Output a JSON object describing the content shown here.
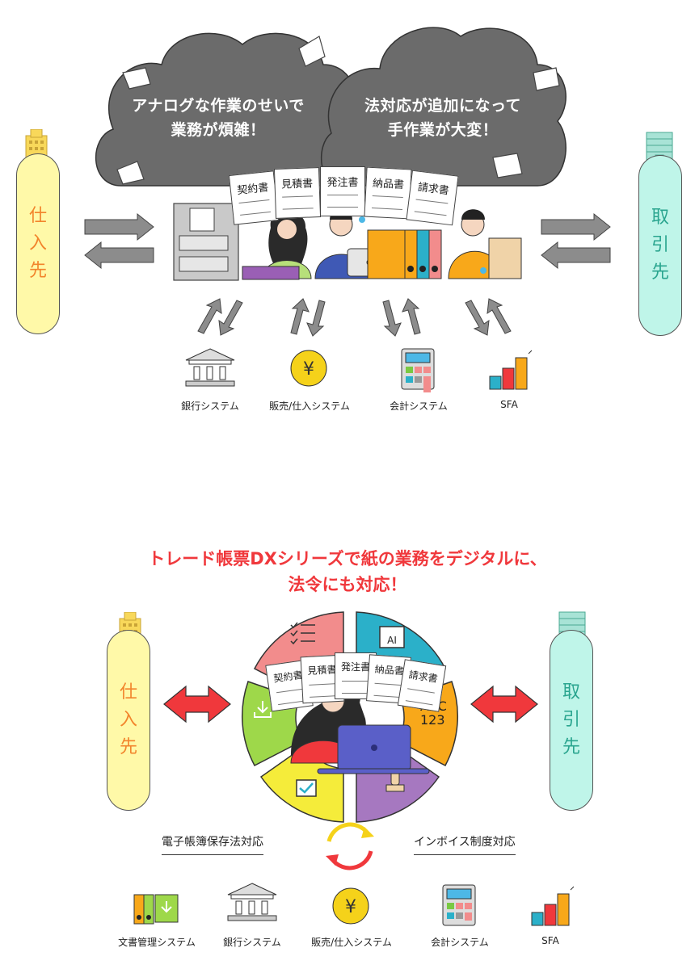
{
  "top": {
    "cloud_left_lines": [
      "アナログな作業のせいで",
      "業務が煩雑！"
    ],
    "cloud_right_lines": [
      "法対応が追加になって",
      "手作業が大変！"
    ],
    "documents": [
      "契約書",
      "見積書",
      "発注書",
      "納品書",
      "請求書"
    ],
    "supplier_chars": [
      "仕",
      "入",
      "先"
    ],
    "customer_chars": [
      "取",
      "引",
      "先"
    ],
    "systems": [
      "銀行システム",
      "販売/仕入システム",
      "会計システム",
      "SFA"
    ]
  },
  "bottom": {
    "headline_lines": [
      "トレード帳票DXシリーズで紙の業務をデジタルに、",
      "法令にも対応！"
    ],
    "documents": [
      "契約書",
      "見積書",
      "発注書",
      "納品書",
      "請求書"
    ],
    "ai_label": "AI",
    "ocr_lines": [
      "ABC",
      "123"
    ],
    "supplier_chars": [
      "仕",
      "入",
      "先"
    ],
    "customer_chars": [
      "取",
      "引",
      "先"
    ],
    "compliance_left": "電子帳簿保存法対応",
    "compliance_right": "インボイス制度対応",
    "systems": [
      "文書管理システム",
      "銀行システム",
      "販売/仕入システム",
      "会計システム",
      "SFA"
    ]
  },
  "colors": {
    "cloud": "#6b6b6b",
    "arrow_gray": "#8c8c8c",
    "arrow_red": "#f0383c",
    "headline_red": "#f0383c",
    "pill_left_fill": "#fff9a8",
    "pill_left_text": "#f2852c",
    "pill_right_fill": "#bff5e9",
    "pill_right_text": "#2aa58f",
    "seg_pink": "#f28c8c",
    "seg_teal": "#2bb0c9",
    "seg_orange": "#f8a81a",
    "seg_purple": "#a678c0",
    "seg_yellow": "#f5ec3a",
    "seg_green": "#9ed84a"
  }
}
